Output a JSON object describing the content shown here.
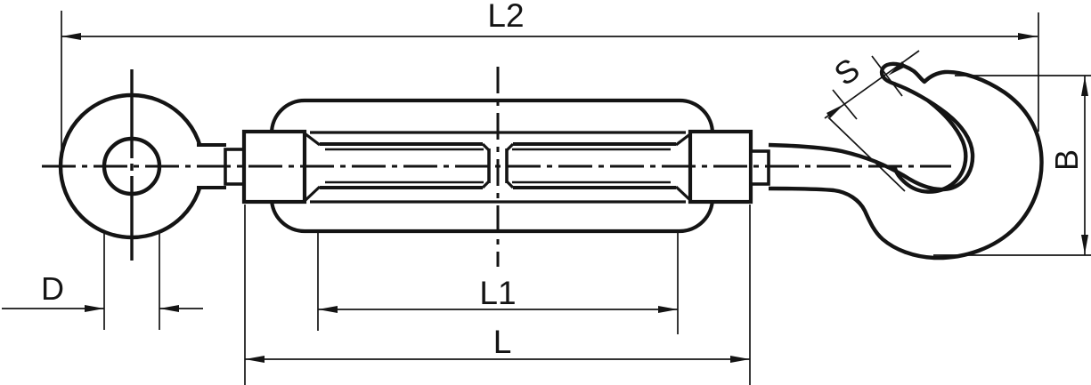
{
  "labels": {
    "l2": "L2",
    "l1": "L1",
    "l": "L",
    "d": "D",
    "s": "S",
    "b": "B"
  },
  "colors": {
    "line": "#141414",
    "background": "#ffffff"
  }
}
